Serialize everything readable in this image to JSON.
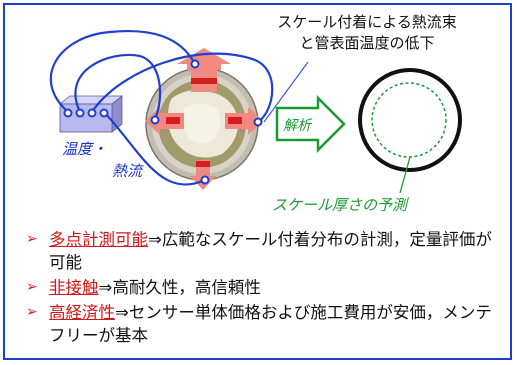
{
  "labels": {
    "temp_heat": [
      "温度・",
      "熱流"
    ],
    "annotation": [
      "スケール付着による熱流束",
      "と管表面温度の低下"
    ],
    "analysis": "解析",
    "prediction": "スケール厚さの予測"
  },
  "bullets": [
    {
      "marker": "➢",
      "keyword": "多点計測可能",
      "text": "⇒広範なスケール付着分布の計測，定量評価が可能"
    },
    {
      "marker": "➢",
      "keyword": "非接触",
      "text": "⇒高耐久性，高信頼性"
    },
    {
      "marker": "➢",
      "keyword": "高経済性",
      "text": "⇒センサー単体価格および施工費用が安価，メンテフリーが基本"
    }
  ],
  "colors": {
    "frame": "#1f3fd0",
    "wire": "#1f3fd0",
    "sensor_box": "#b9b8f0",
    "arrow": "#f08a80",
    "arrow_band": "#d51f1f",
    "pipe_outer": "#c4bcb0",
    "deposit": "#a29a6a",
    "analysis_arrow": "#1a9a32",
    "keyword": "#d01818"
  }
}
